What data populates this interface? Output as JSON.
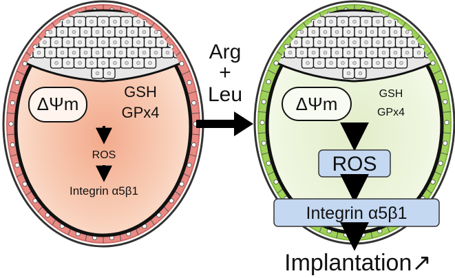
{
  "treatment": {
    "line1": "Arg",
    "line2": "+",
    "line3": "Leu"
  },
  "left_embryo": {
    "mito_label": "ΔΨm",
    "gsh": "GSH",
    "gpx4": "GPx4",
    "ros": "ROS",
    "integrin": "Integrin α5β1",
    "colors": {
      "trophectoderm": "#e98a84",
      "cavity": "#f3b59c"
    }
  },
  "right_embryo": {
    "mito_label": "ΔΨm",
    "gsh": "GSH",
    "gpx4": "GPx4",
    "ros": "ROS",
    "integrin": "Integrin α5β1",
    "outcome": "Implantation↗",
    "colors": {
      "trophectoderm": "#9fd25a",
      "cavity": "#eef5dd",
      "boxes": "#c5d8f2"
    }
  }
}
